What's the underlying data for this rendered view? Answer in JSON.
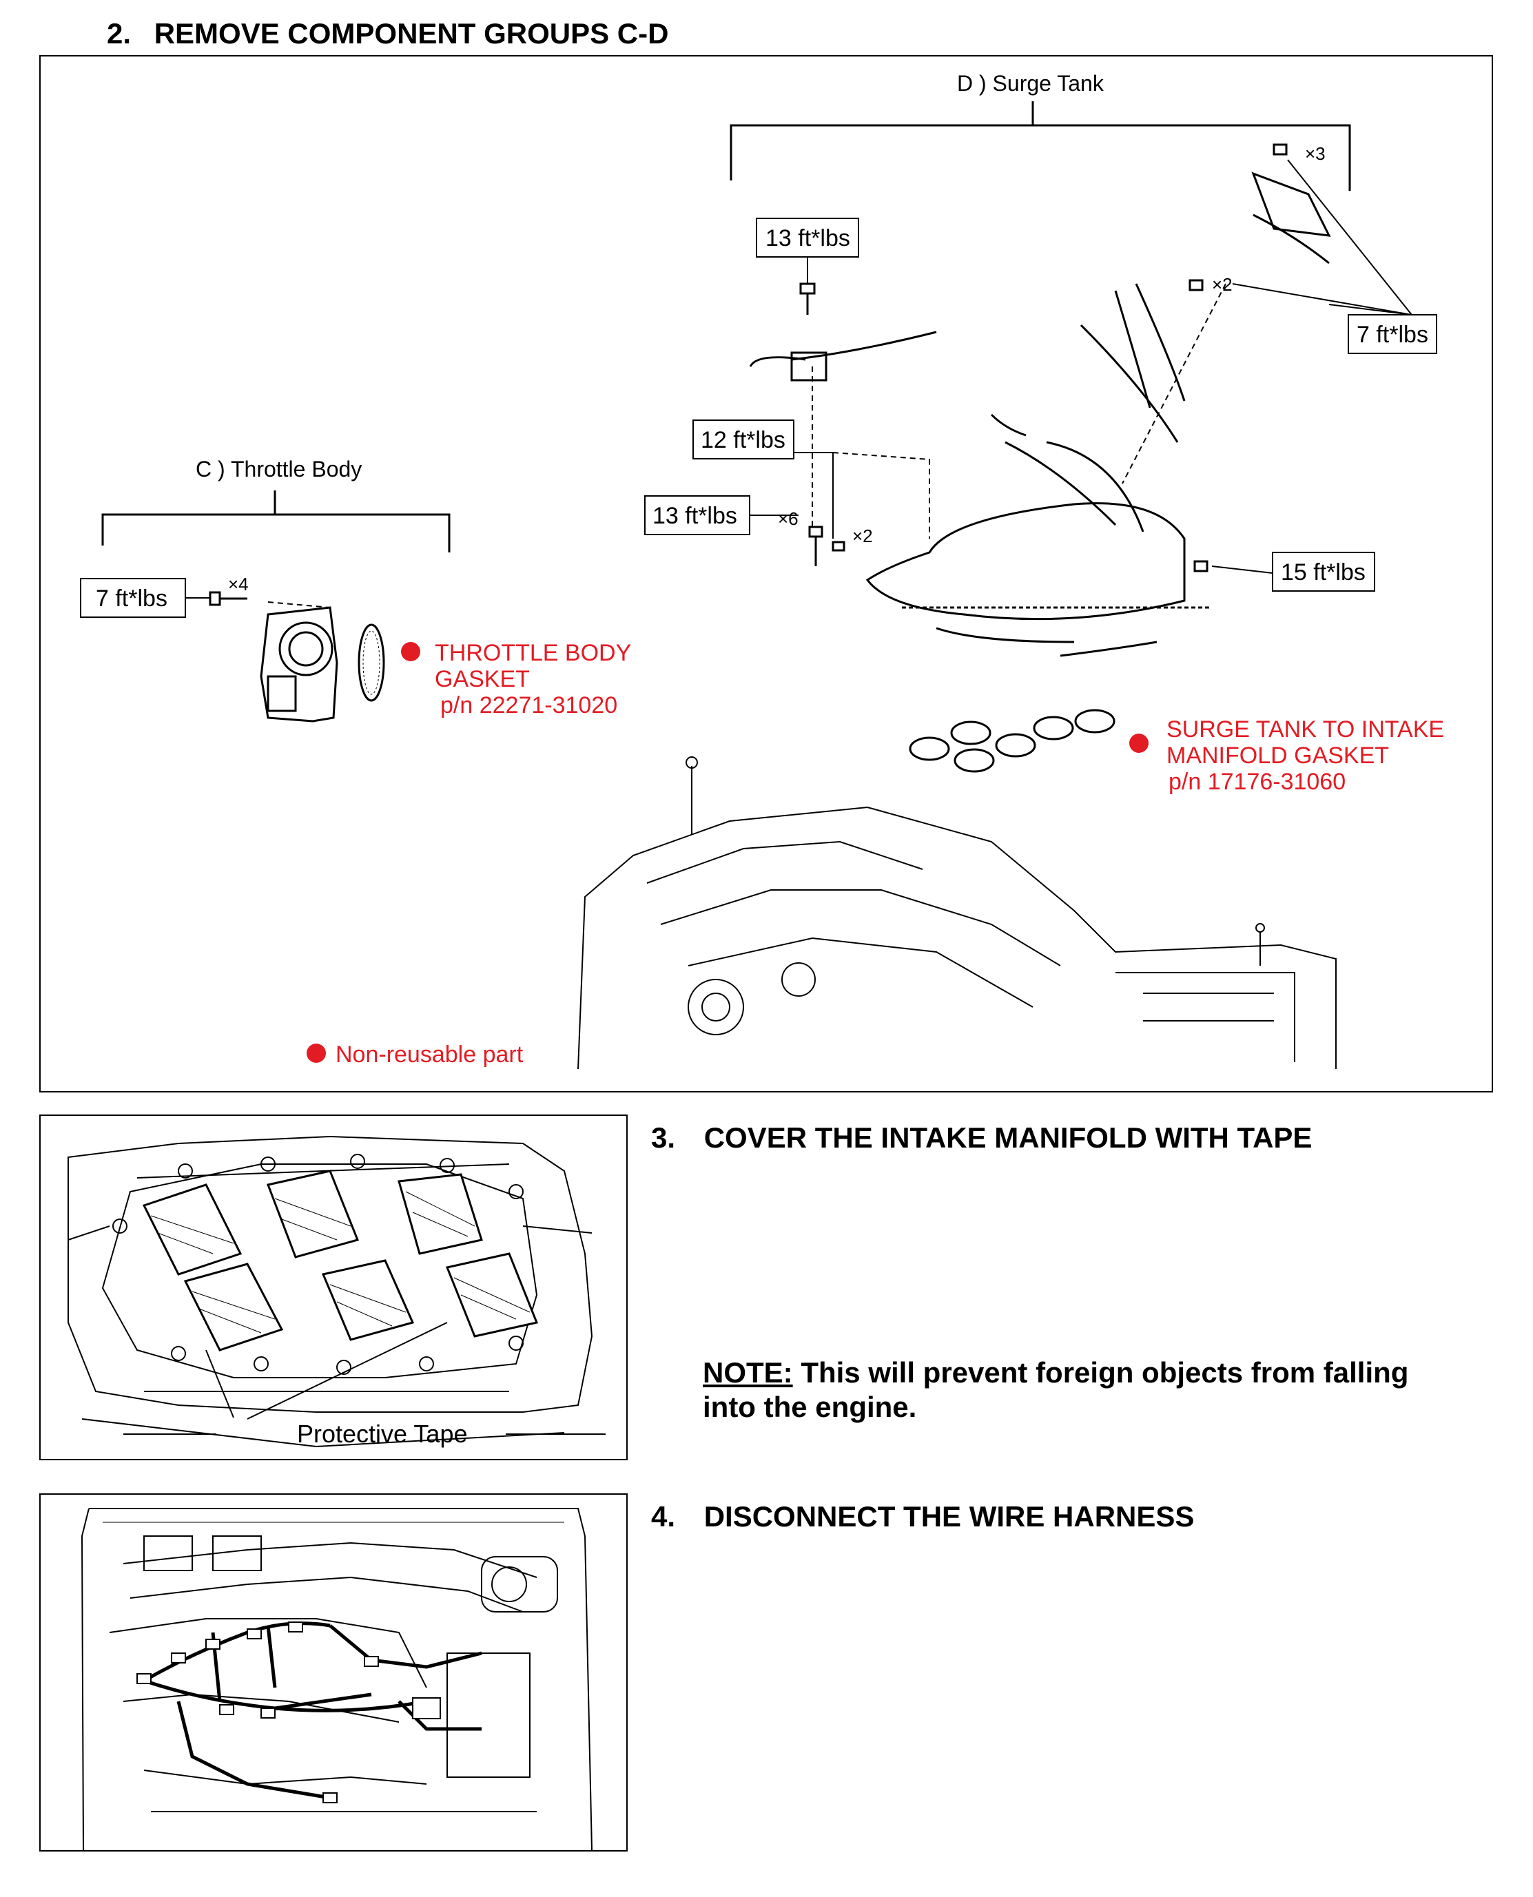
{
  "step2": {
    "number": "2.",
    "title": "REMOVE COMPONENT GROUPS C-D",
    "surge_tank_label": "D ) Surge Tank",
    "throttle_body_label": "C ) Throttle Body",
    "torque_labels": {
      "t13a": "13 ft*lbs",
      "t7a": "7 ft*lbs",
      "t12": "12 ft*lbs",
      "t13b": "13 ft*lbs",
      "t15": "15 ft*lbs",
      "t7b": "7 ft*lbs"
    },
    "quantities": {
      "q3": "×3",
      "q2a": "×2",
      "q6": "×6",
      "q2b": "×2",
      "q4": "×4"
    },
    "throttle_gasket": {
      "line1": "THROTTLE BODY",
      "line2": "GASKET",
      "line3": "p/n 22271-31020"
    },
    "surge_gasket": {
      "line1": "SURGE TANK TO INTAKE",
      "line2": "MANIFOLD GASKET",
      "line3": "p/n 17176-31060"
    },
    "legend": "Non-reusable part"
  },
  "step3": {
    "number": "3.",
    "title": "COVER THE INTAKE MANIFOLD WITH TAPE",
    "note_label": "NOTE:",
    "note_text": " This will prevent foreign objects from falling",
    "note_text2": "into the engine.",
    "callout": "Protective Tape"
  },
  "step4": {
    "number": "4.",
    "title": "DISCONNECT THE WIRE HARNESS"
  },
  "colors": {
    "accent_red": "#e31b23",
    "line": "#000000"
  }
}
